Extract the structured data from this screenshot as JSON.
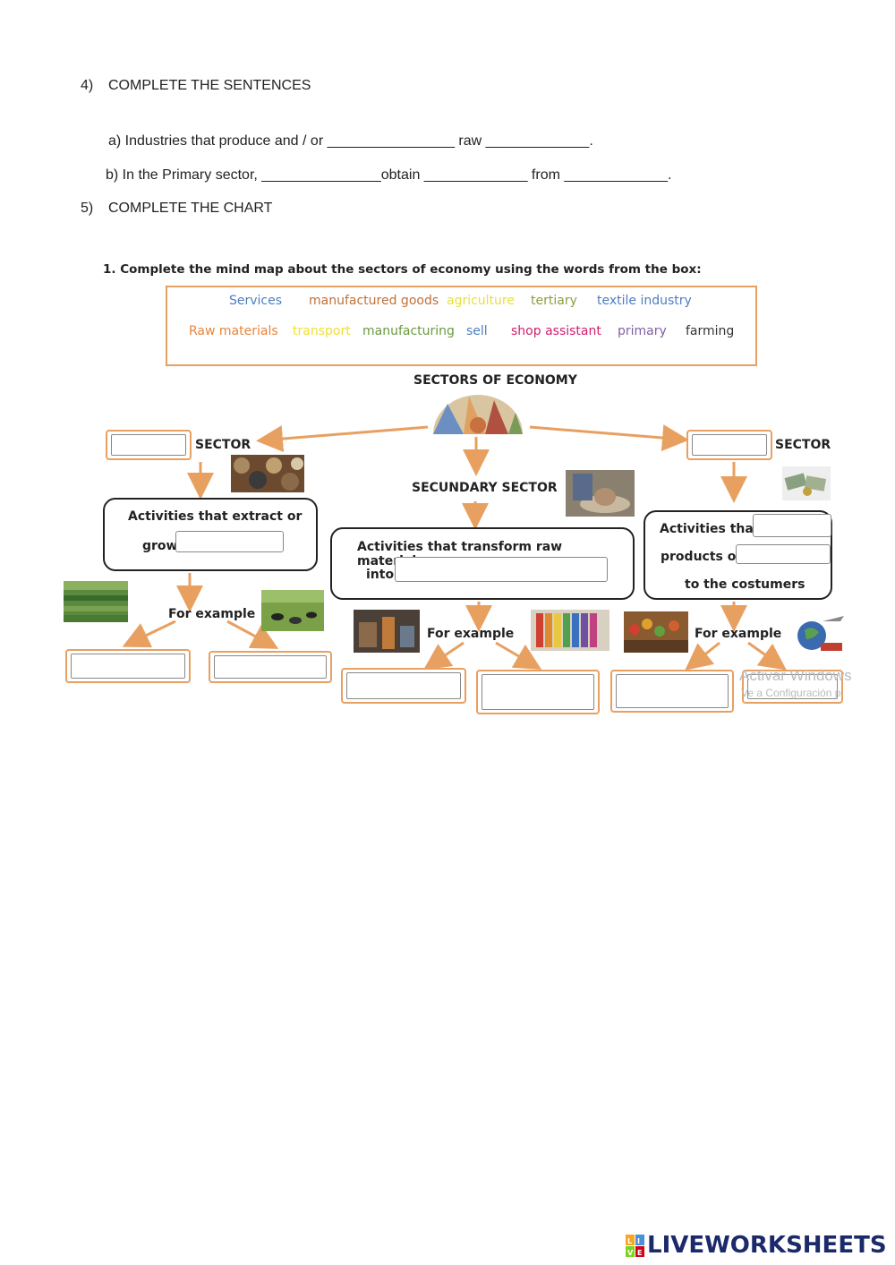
{
  "q4": {
    "number": "4)",
    "title": "COMPLETE THE SENTENCES",
    "a": "a) Industries that produce and / or ________________ raw _____________.",
    "b": "b) In the Primary sector, _______________obtain _____________ from _____________."
  },
  "q5": {
    "number": "5)",
    "title": "COMPLETE THE CHART"
  },
  "instruction": "1. Complete the mind map about the sectors of economy using the words from the box:",
  "word_box": {
    "row1": [
      {
        "text": "Services",
        "color": "#4a7fc1"
      },
      {
        "text": "manufactured goods",
        "color": "#c0703a"
      },
      {
        "text": "agriculture",
        "color": "#e8e040"
      },
      {
        "text": "tertiary",
        "color": "#8aa040"
      },
      {
        "text": "textile industry",
        "color": "#4a7fc1"
      }
    ],
    "row2": [
      {
        "text": "Raw materials",
        "color": "#e8843a"
      },
      {
        "text": "transport",
        "color": "#f0e030"
      },
      {
        "text": "manufacturing",
        "color": "#6a9a40"
      },
      {
        "text": "sell",
        "color": "#4a7fc1"
      },
      {
        "text": "shop assistant",
        "color": "#d02070"
      },
      {
        "text": "primary",
        "color": "#8060a0"
      },
      {
        "text": "farming",
        "color": "#333333"
      }
    ]
  },
  "mindmap": {
    "title": "SECTORS OF ECONOMY",
    "left_sector": "SECTOR",
    "right_sector": "SECTOR",
    "middle_sector": "SECUNDARY SECTOR",
    "left_activities_line1": "Activities that extract or",
    "left_activities_line2": "grow",
    "middle_activities_line1": "Activities that transform raw materials",
    "middle_activities_line2": "into",
    "right_activities_line1": "Activities that",
    "right_activities_line2": "products or",
    "right_activities_line3": "to the costumers",
    "for_example": "For example"
  },
  "watermark": {
    "line1": "Activar Windows",
    "line2": "Ve a Configuración p"
  },
  "logo": {
    "text": "LIVEWORKSHEETS",
    "badge": "LIVE",
    "colors": [
      "#f5a623",
      "#4a90d9",
      "#7ed321",
      "#d0021b"
    ]
  }
}
